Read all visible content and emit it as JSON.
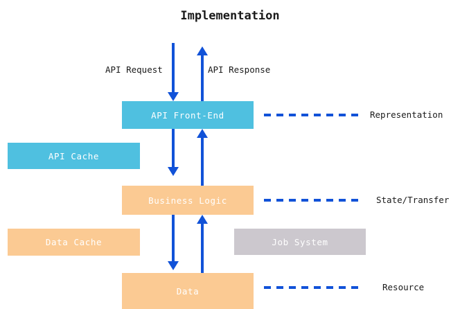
{
  "diagram": {
    "title": "Implementation",
    "background_color": "#FFFFFF",
    "palette": {
      "cyan": "#4FC0E0",
      "peach": "#FBCA93",
      "grey": "#CCC8CE",
      "arrow_blue": "#1152D8",
      "text_dark": "#1A1A1A",
      "node_text": "#FFFFFF"
    },
    "nodes": [
      {
        "id": "api-front-end",
        "label": "API Front-End",
        "color": "#4FC0E0"
      },
      {
        "id": "api-cache",
        "label": "API Cache",
        "color": "#4FC0E0"
      },
      {
        "id": "business-logic",
        "label": "Business Logic",
        "color": "#FBCA93"
      },
      {
        "id": "data-cache",
        "label": "Data Cache",
        "color": "#FBCA93"
      },
      {
        "id": "job-system",
        "label": "Job System",
        "color": "#CCC8CE"
      },
      {
        "id": "data",
        "label": "Data",
        "color": "#FBCA93"
      }
    ],
    "flow_labels": {
      "request": "API Request",
      "response": "API Response"
    },
    "layer_labels": [
      {
        "id": "representation",
        "label": "Representation"
      },
      {
        "id": "state-transfer",
        "label": "State/Transfer"
      },
      {
        "id": "resource",
        "label": "Resource"
      }
    ]
  }
}
